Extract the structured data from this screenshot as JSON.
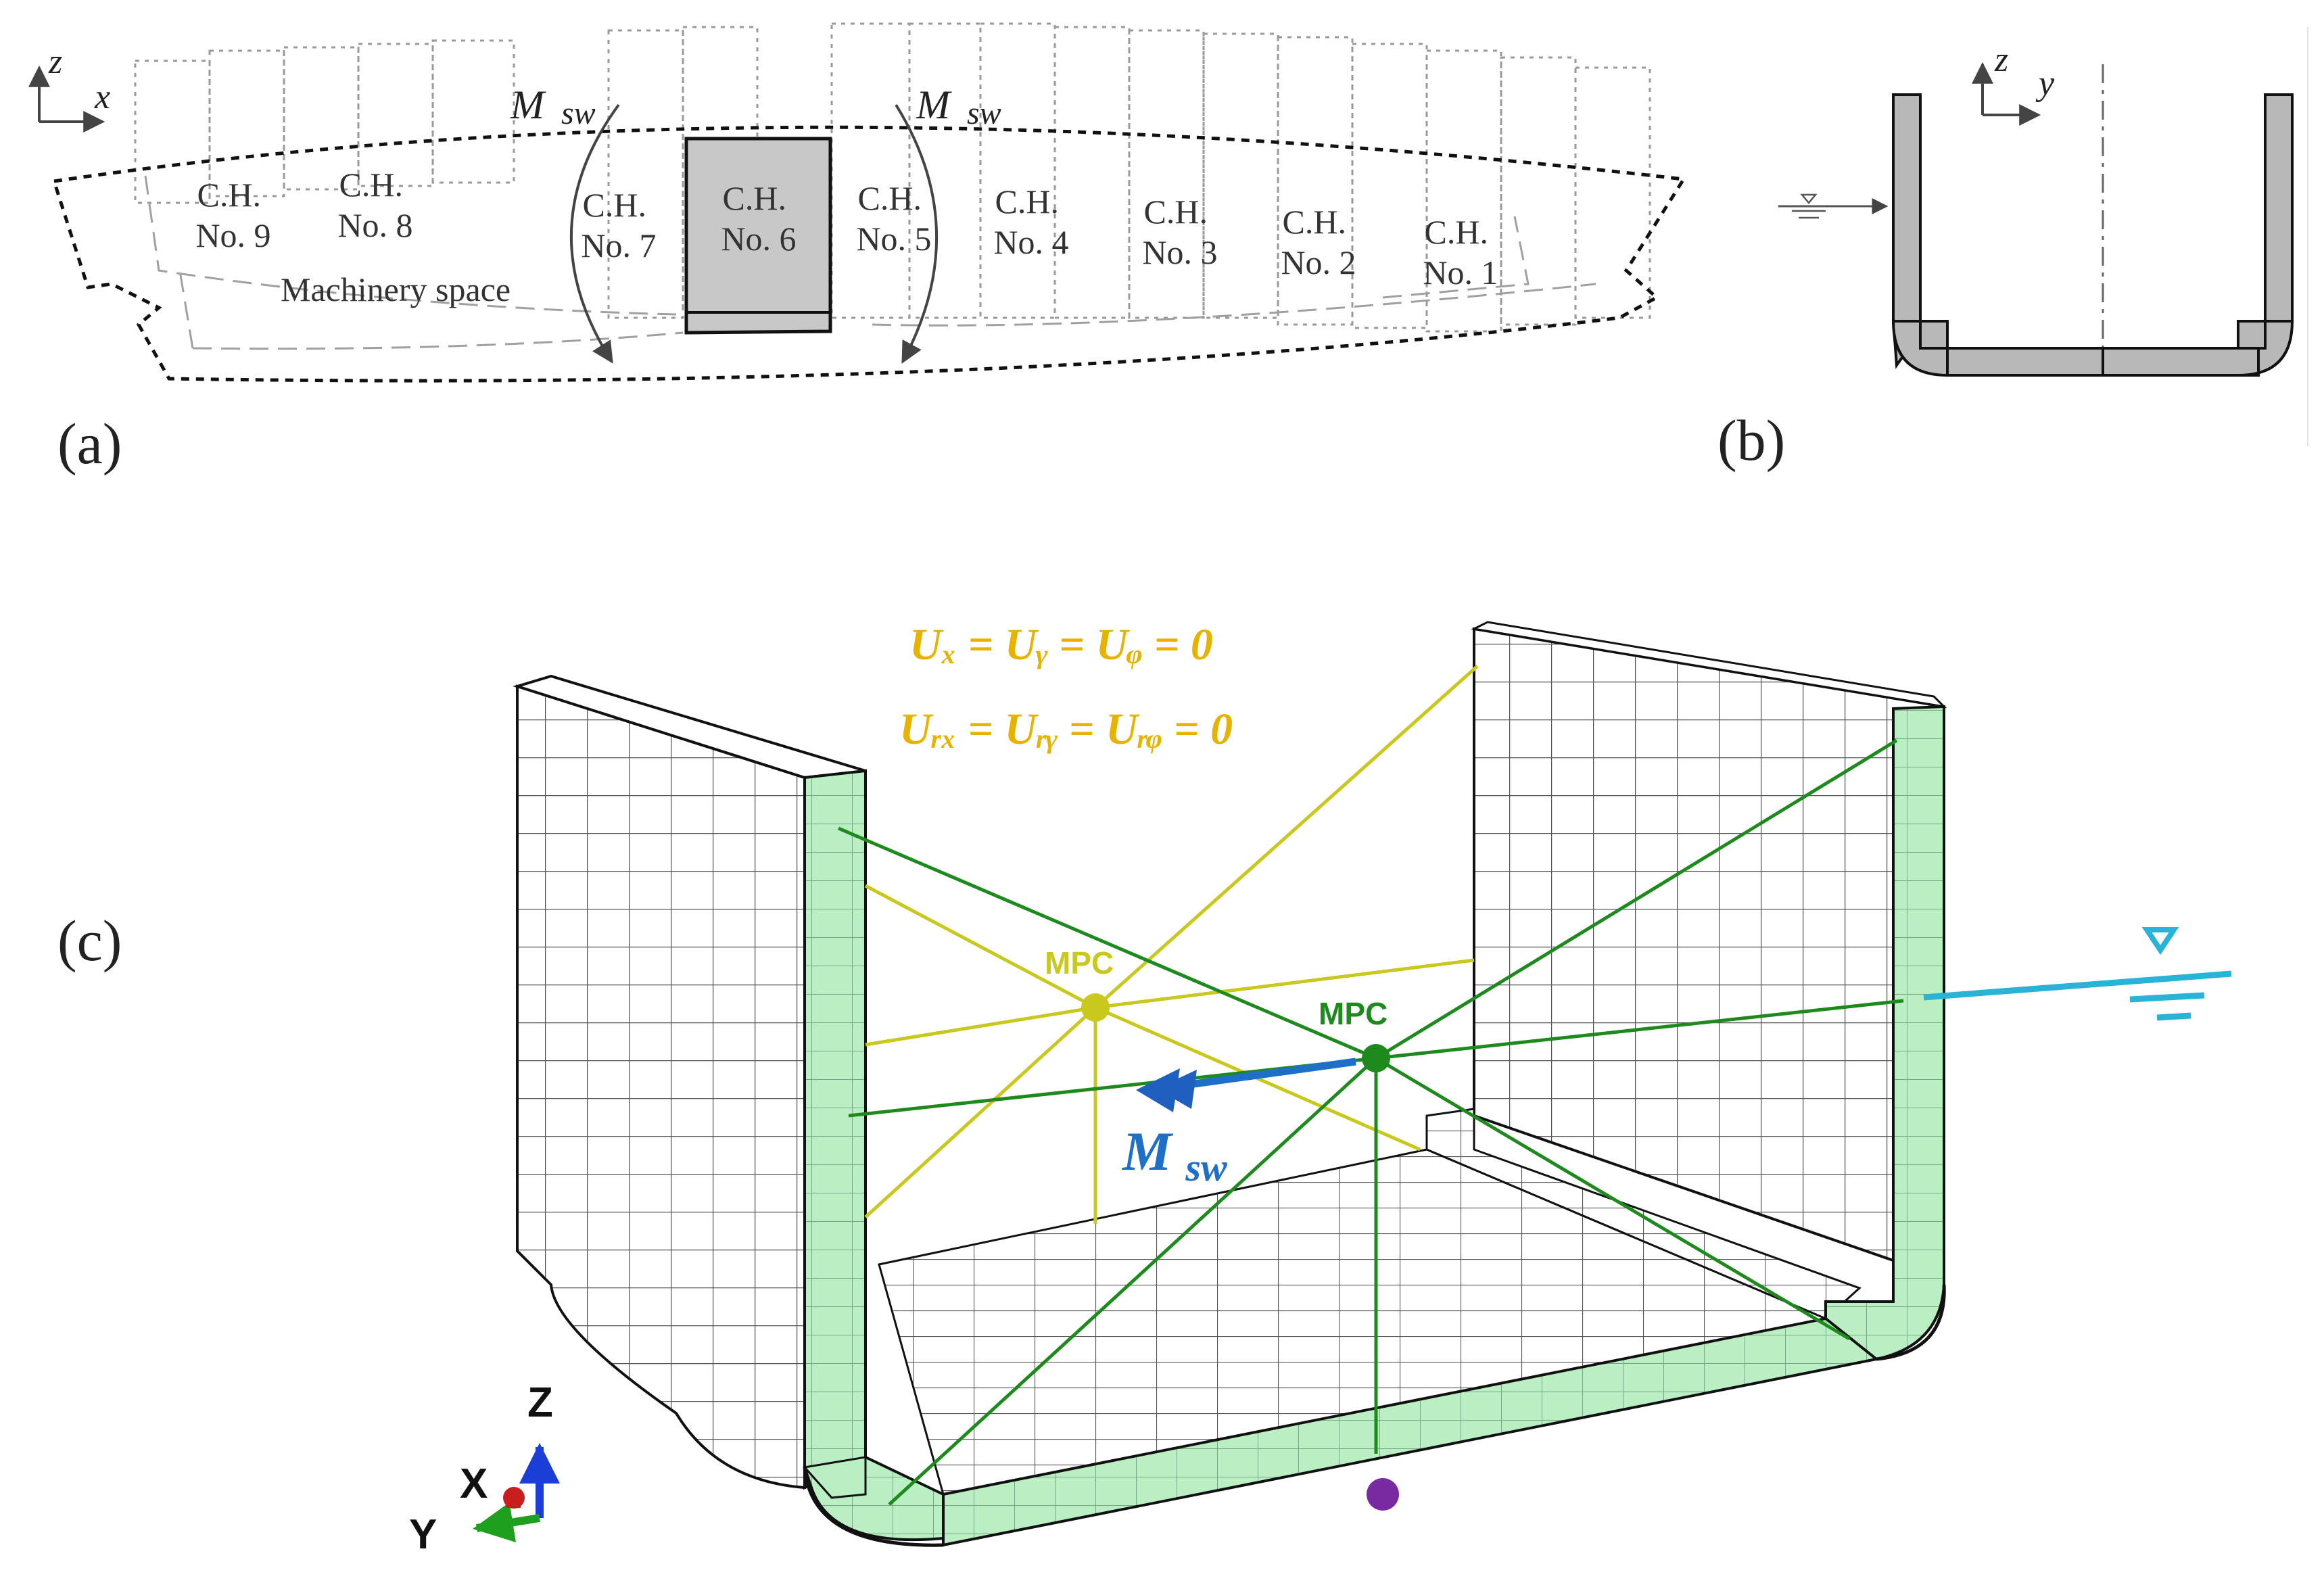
{
  "panels": {
    "a": "(a)",
    "b": "(b)",
    "c": "(c)"
  },
  "hull": {
    "axes": {
      "vertical": "z",
      "horizontal": "x"
    },
    "moment_symbol": "M",
    "moment_subscript": "sw",
    "holds": [
      {
        "line1": "C.H.",
        "line2": "No. 9"
      },
      {
        "line1": "C.H.",
        "line2": "No. 8"
      },
      {
        "line1": "C.H.",
        "line2": "No. 7"
      },
      {
        "line1": "C.H.",
        "line2": "No. 6"
      },
      {
        "line1": "C.H.",
        "line2": "No. 5"
      },
      {
        "line1": "C.H.",
        "line2": "No. 4"
      },
      {
        "line1": "C.H.",
        "line2": "No. 3"
      },
      {
        "line1": "C.H.",
        "line2": "No. 2"
      },
      {
        "line1": "C.H.",
        "line2": "No. 1"
      }
    ],
    "machinery_label": "Machinery space",
    "highlighted_hold": "No. 6"
  },
  "section": {
    "axes": {
      "vertical": "z",
      "horizontal": "y"
    }
  },
  "model": {
    "bc_translation": "Uₓ = Uᵧ = Uᵩ = 0",
    "bc_rotation": "Uᵣₓ = Uᵣᵧ = Uᵣᵩ = 0",
    "mpc_left": "MPC",
    "mpc_right": "MPC",
    "moment_symbol": "M",
    "moment_subscript": "sw",
    "triad": {
      "z": "Z",
      "x": "X",
      "y": "Y"
    }
  },
  "colors": {
    "bc": "#e6b400",
    "mpc_yellow": "#c9c81e",
    "mpc_green": "#1e8a1e",
    "moment_blue": "#1e6fc8",
    "waterline": "#29b3d6",
    "plating_fill": "#b9efc2",
    "hold6_fill": "#c8c8c8",
    "origin_dot": "#7a2aa0"
  }
}
